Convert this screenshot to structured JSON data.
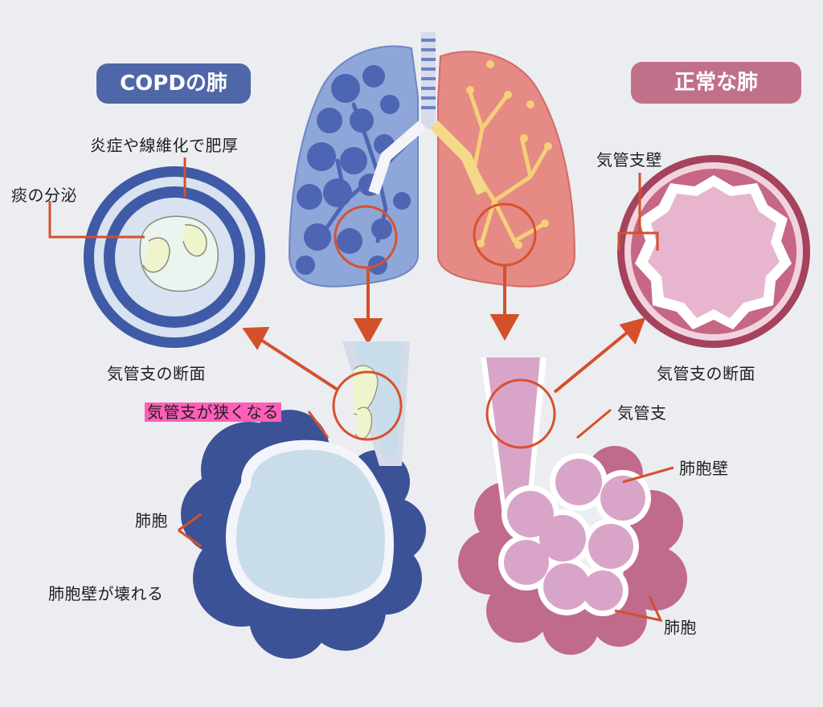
{
  "titles": {
    "copd": "COPDの肺",
    "normal": "正常な肺"
  },
  "labels": {
    "copd_thickening": "炎症や線維化で肥厚",
    "copd_sputum": "痰の分泌",
    "copd_cross_section": "気管支の断面",
    "copd_narrowing": "気管支が狭くなる",
    "copd_alveoli": "肺胞",
    "copd_wall_destroyed": "肺胞壁が壊れる",
    "normal_bronchial_wall": "気管支壁",
    "normal_cross_section": "気管支の断面",
    "normal_bronchus": "気管支",
    "normal_alveolar_wall": "肺胞壁",
    "normal_alveoli": "肺胞"
  },
  "colors": {
    "background": "#ecedf1",
    "copd_blue": "#3f5aa6",
    "copd_light": "#c9dcec",
    "normal_pink": "#c66784",
    "normal_light": "#eab4cc",
    "highlight_circle": "#d9502f",
    "arrow": "#d4502a",
    "highlight_text": "#ff5fb8"
  }
}
